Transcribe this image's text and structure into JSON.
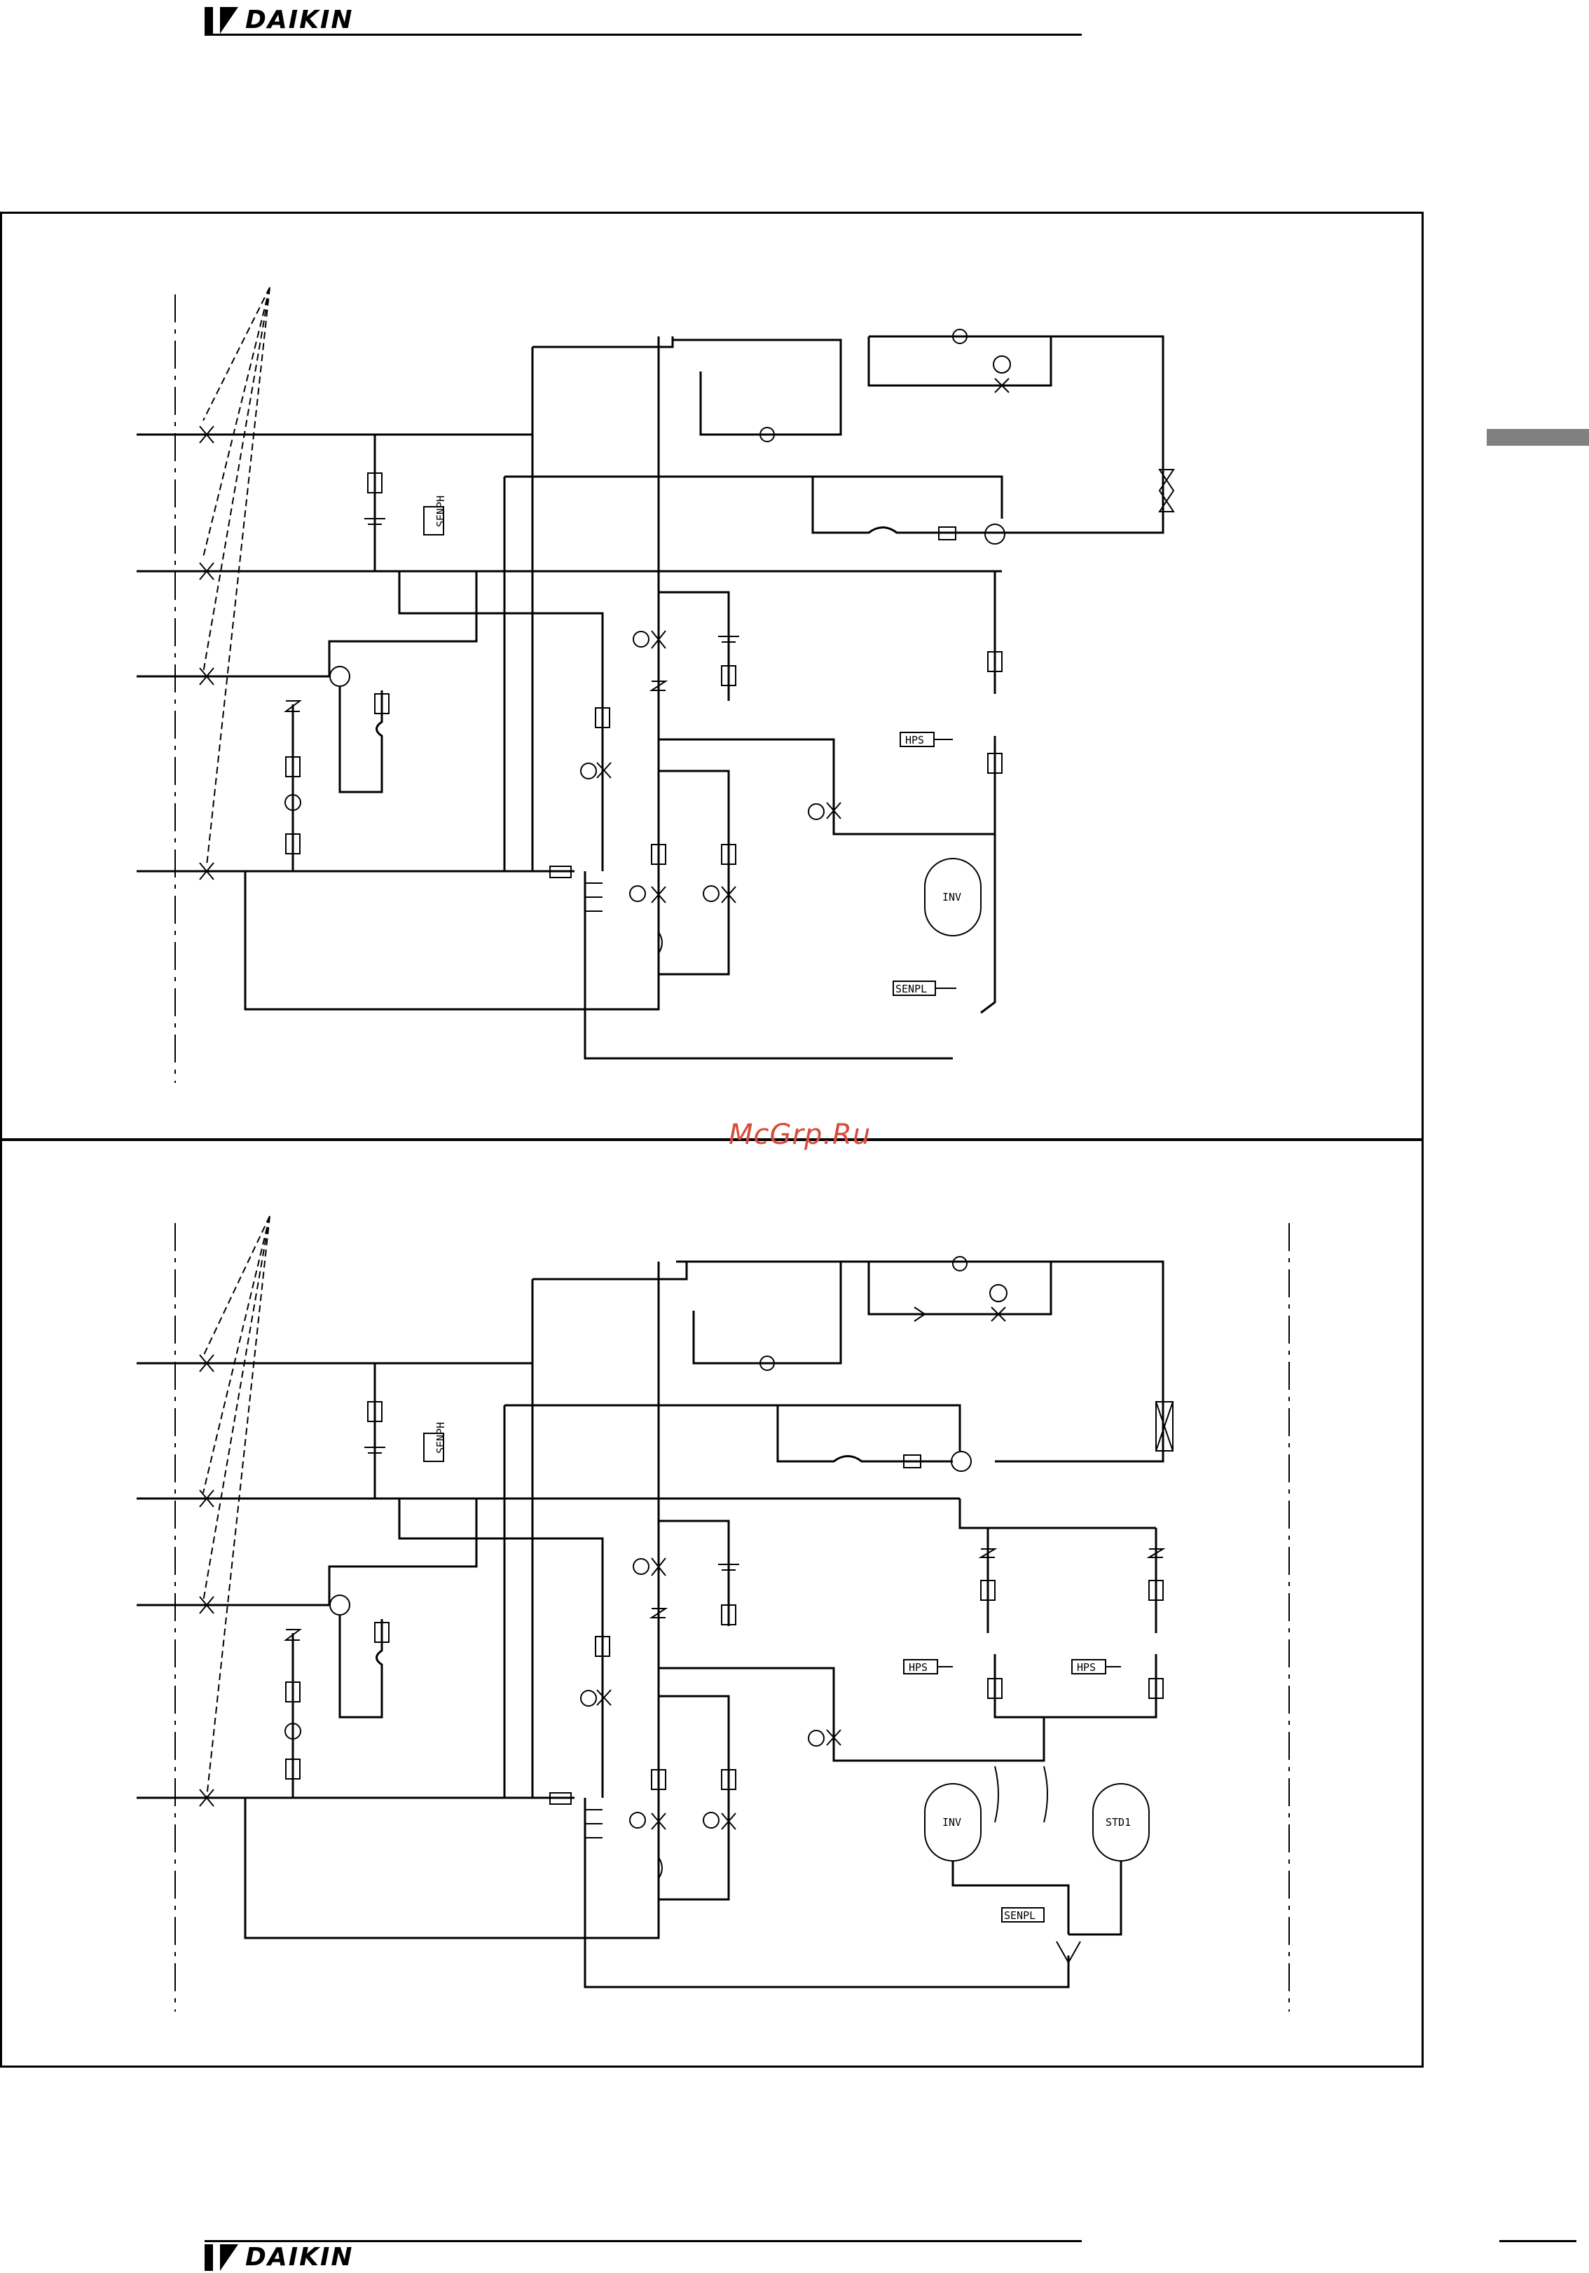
{
  "header": {
    "brand": "DAIKIN"
  },
  "footer": {
    "brand": "DAIKIN"
  },
  "watermark": {
    "text": "McGrp.Ru"
  },
  "diagram_top": {
    "labels": {
      "hps": "HPS",
      "senpl": "SENPL",
      "senph": "SENPH",
      "inv": "INV"
    }
  },
  "diagram_bottom": {
    "labels": {
      "hps_left": "HPS",
      "hps_right": "HPS",
      "senpl": "SENPL",
      "senph": "SENPH",
      "inv": "INV",
      "std": "STD1"
    }
  }
}
